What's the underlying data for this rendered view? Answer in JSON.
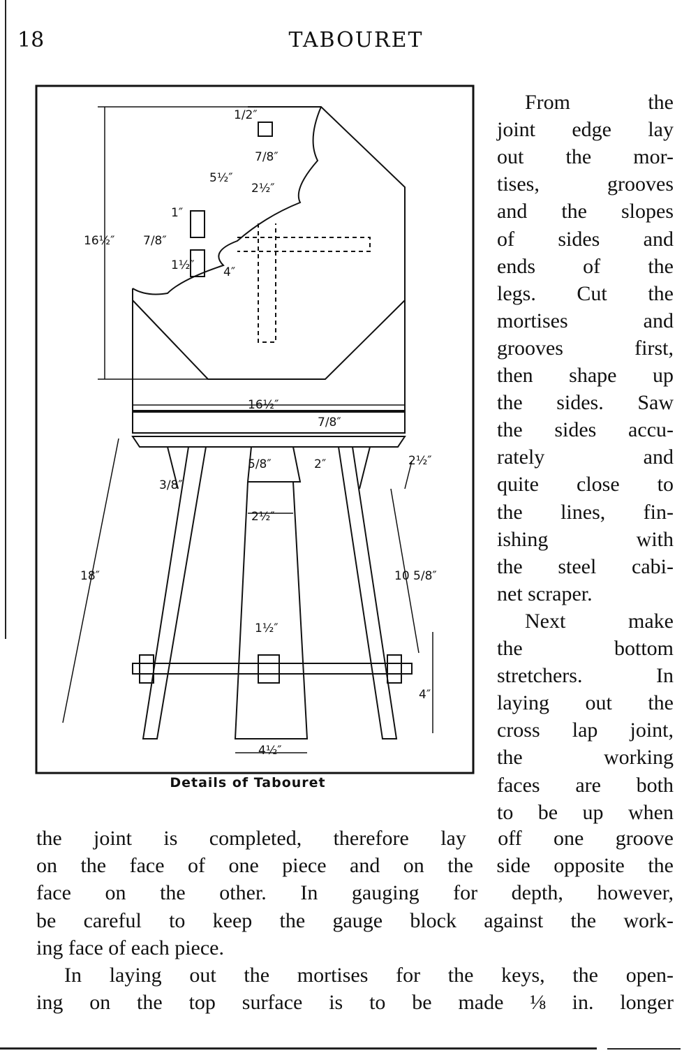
{
  "header": {
    "page_number": "18",
    "running_title": "TABOURET"
  },
  "figure": {
    "caption": "Details of Tabouret",
    "dimensions": {
      "height_side": "16½″",
      "width_side": "16½″",
      "mortise_length": "5½″",
      "stretcher_width": "2½″",
      "leg_thickness": "2½″",
      "apron_depth": "2½″",
      "top_thickness": "7/8″",
      "tenon_thickness": "7/8″",
      "key_width": "1/2″",
      "key_offset": "1½″",
      "tenon_length": "4″",
      "leg_length": "18″",
      "leg_span": "10 5/8″",
      "foot_height": "4″",
      "foot_width": "4½″",
      "slot_width": "5/8″",
      "apron_height": "2″",
      "stretcher_key": "1½″",
      "small_a": "1″",
      "small_b": "7/8″",
      "small_c": "3/8″"
    }
  },
  "column_lines": [
    "From the",
    "joint edge lay",
    "out the mor-",
    "tises, grooves",
    "and the slopes",
    "of sides and",
    "ends of the",
    "legs. Cut the",
    "mortises and",
    "grooves first,",
    "then shape up",
    "the sides. Saw",
    "the sides accu-",
    "rately and",
    "quite close to",
    "the lines, fin-",
    "ishing with",
    "the steel cabi-",
    "net scraper.",
    "Next make",
    "the bottom",
    "stretchers. In",
    "laying out the",
    "cross lap joint,",
    "the working",
    "faces are both",
    "to be up when"
  ],
  "full_lines": [
    "the joint is completed, therefore lay off one groove",
    "on the face of one piece and on the side opposite the",
    "face on the other.  In gauging for depth, however,",
    "be careful to keep the gauge block against the work-",
    "ing face of each piece.",
    "In laying out the mortises for the keys, the open-",
    "ing on the top surface is to be made ⅛ in. longer"
  ]
}
